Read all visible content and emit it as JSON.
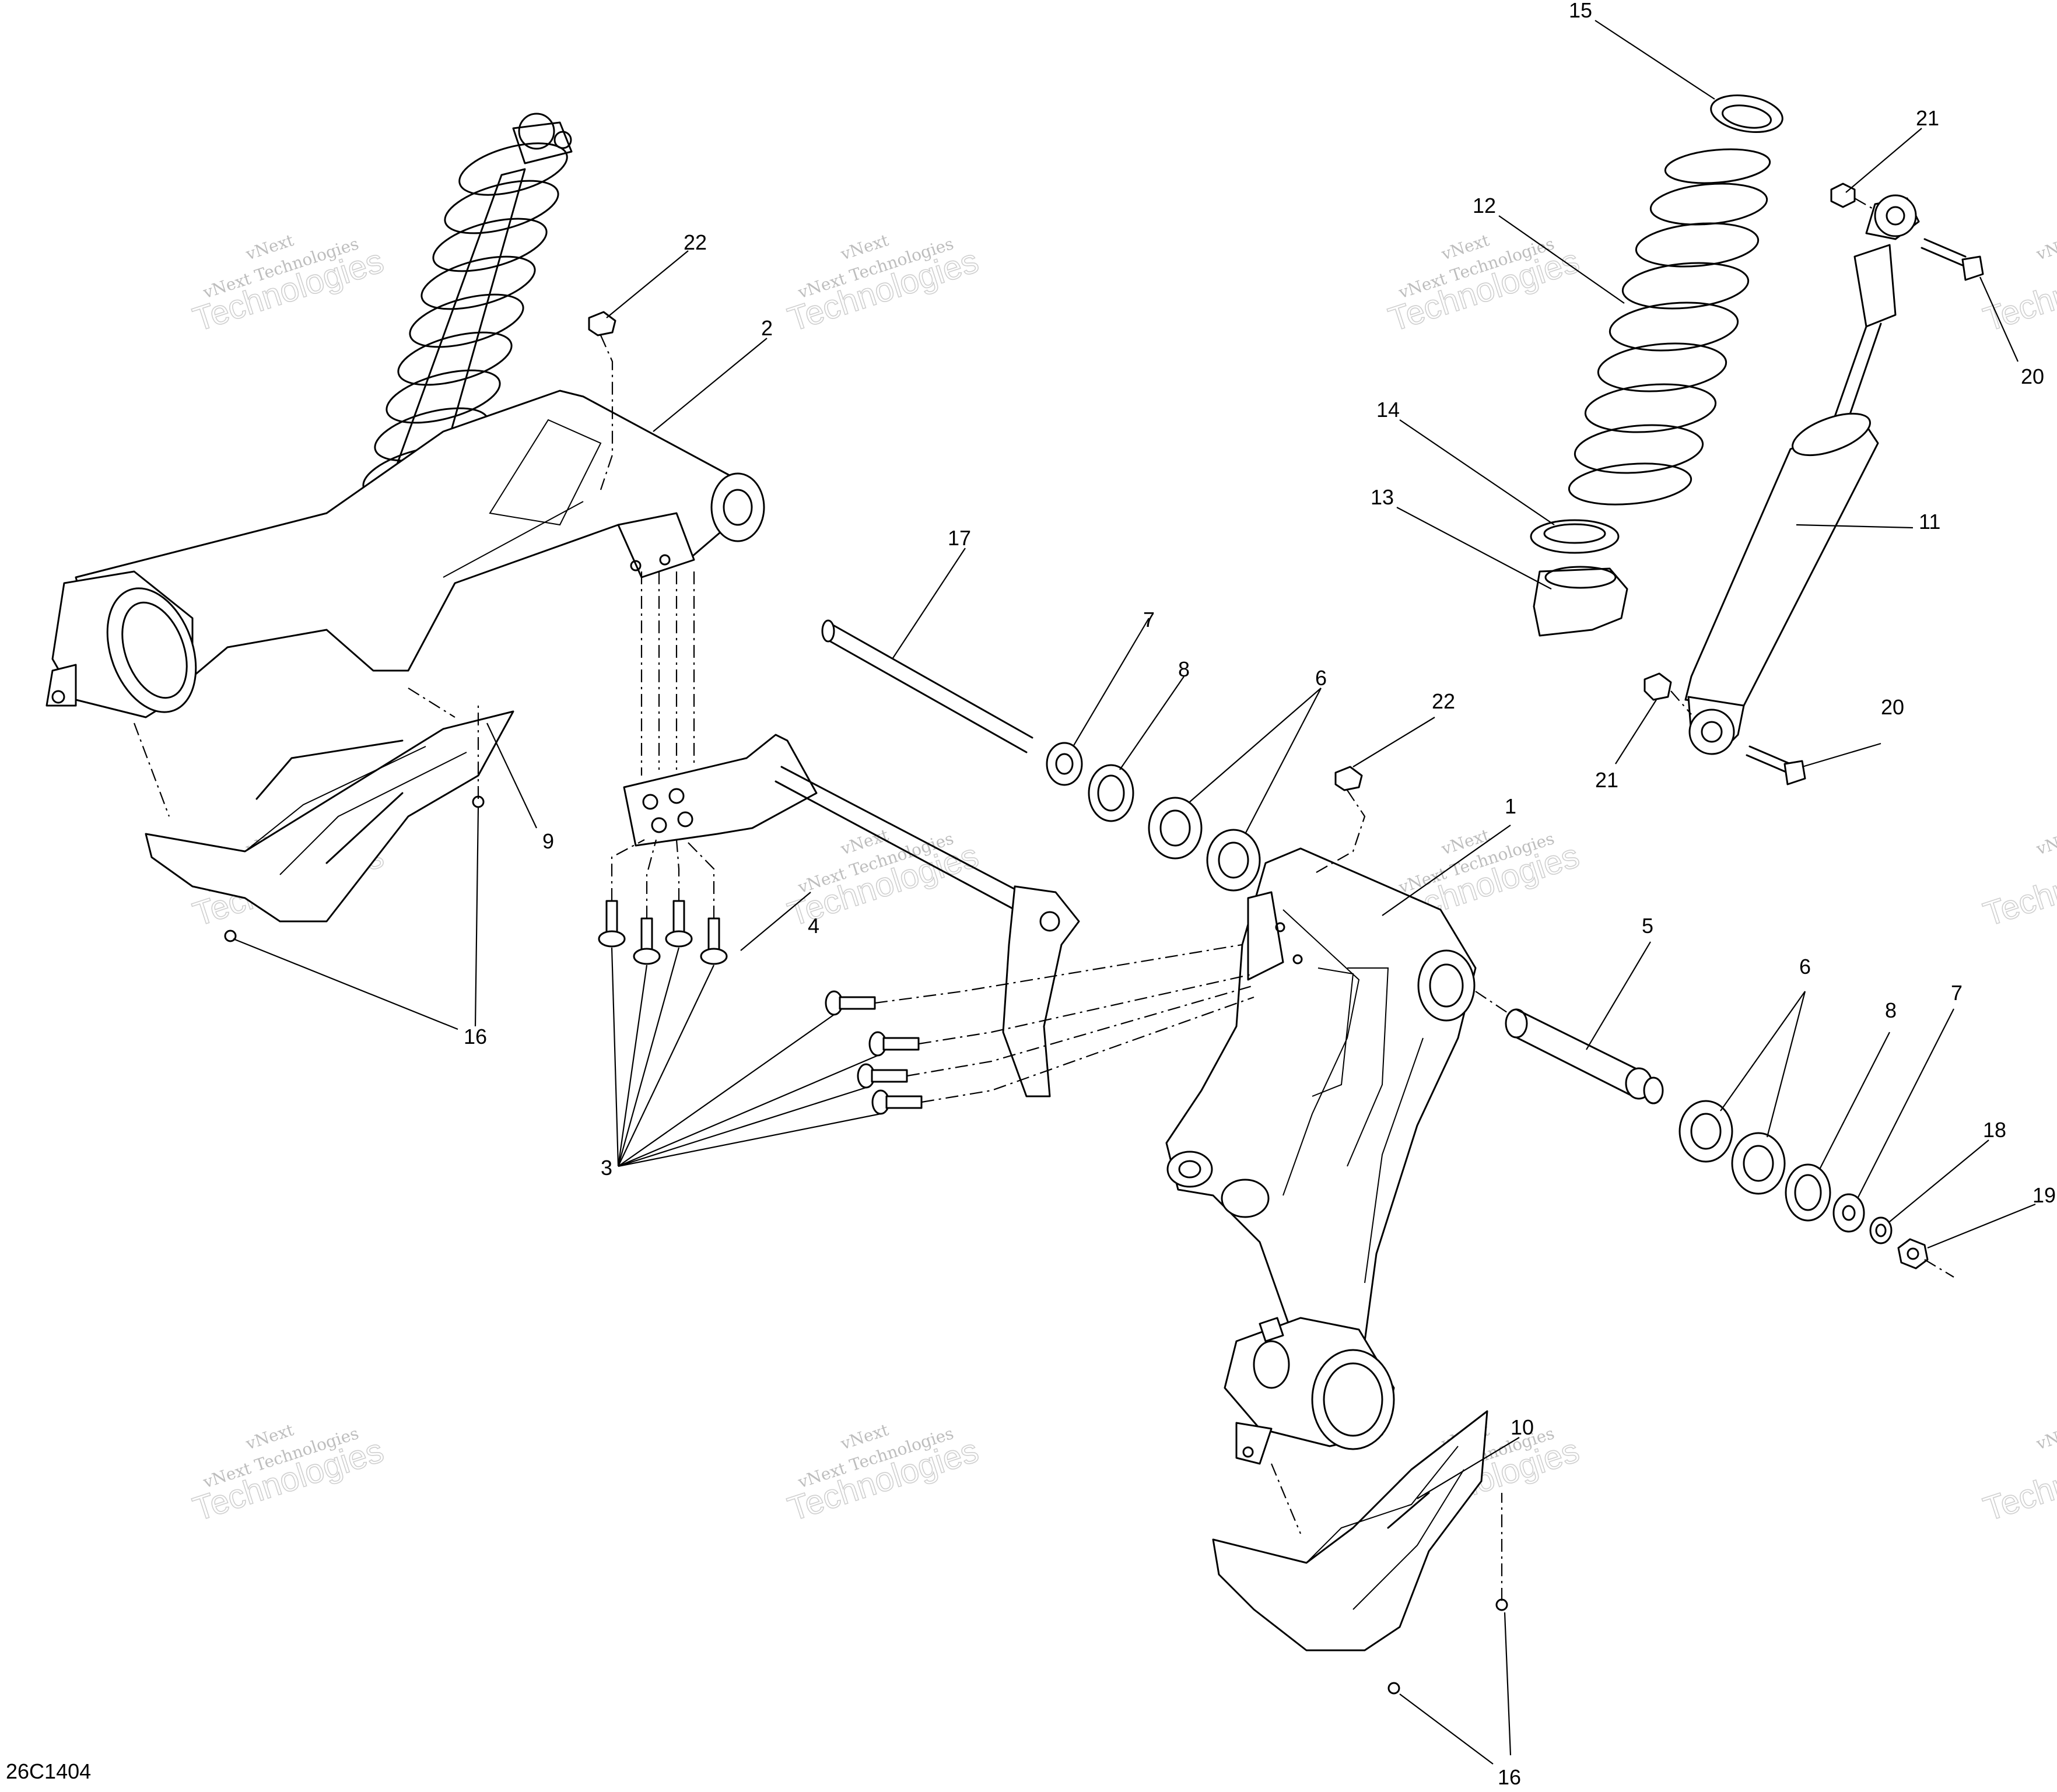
{
  "diagram_id": "26C1404",
  "watermark": {
    "line1": "vNext",
    "line2": "vNext Technologies",
    "big": "Technologies"
  },
  "callouts": {
    "c1": "1",
    "c2": "2",
    "c3": "3",
    "c4": "4",
    "c5": "5",
    "c6a": "6",
    "c6b": "6",
    "c7a": "7",
    "c7b": "7",
    "c8a": "8",
    "c8b": "8",
    "c9": "9",
    "c10": "10",
    "c11": "11",
    "c12": "12",
    "c13": "13",
    "c14": "14",
    "c15": "15",
    "c16a": "16",
    "c16b": "16",
    "c17": "17",
    "c18": "18",
    "c19": "19",
    "c20a": "20",
    "c20b": "20",
    "c21a": "21",
    "c21b": "21",
    "c22a": "22",
    "c22b": "22"
  }
}
